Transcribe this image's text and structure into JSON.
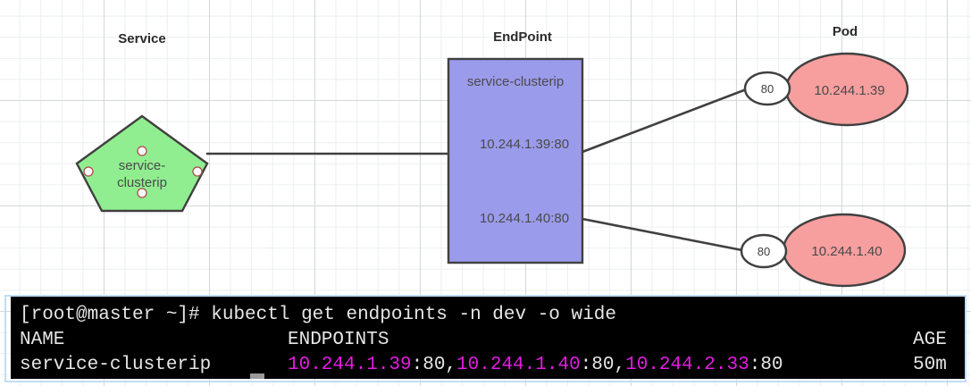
{
  "diagram": {
    "groups": [
      {
        "id": "service",
        "title": "Service"
      },
      {
        "id": "endpoint",
        "title": "EndPoint"
      },
      {
        "id": "pod",
        "title": "Pod"
      }
    ],
    "service_node": {
      "shape": "pentagon",
      "label_line1": "service-",
      "label_line2": "clusterip",
      "fill": "#90ee90"
    },
    "endpoint_node": {
      "shape": "rectangle",
      "fill": "#9b9bec",
      "title": "service-clusterip",
      "entries": [
        {
          "label": "10.244.1.39:80"
        },
        {
          "label": "10.244.1.40:80"
        }
      ]
    },
    "pods": [
      {
        "port": "80",
        "ip": "10.244.1.39",
        "fill": "#f79e9e"
      },
      {
        "port": "80",
        "ip": "10.244.1.40",
        "fill": "#f79e9e"
      }
    ]
  },
  "terminal": {
    "prompt": "[root@master ~]# ",
    "command": "kubectl get endpoints -n dev -o wide",
    "headers": {
      "name": "NAME",
      "endpoints": "ENDPOINTS",
      "age": "AGE"
    },
    "row": {
      "name": "service-clusterip",
      "ip1": "10.244.1.39",
      "port1": ":80,",
      "ip2": "10.244.1.40",
      "port2": ":80,",
      "ip3": "10.244.2.33",
      "port3": ":80",
      "age": "50m"
    },
    "colors": {
      "background": "#000000",
      "text": "#e6e6e6",
      "ip": "#e21ce2"
    }
  }
}
